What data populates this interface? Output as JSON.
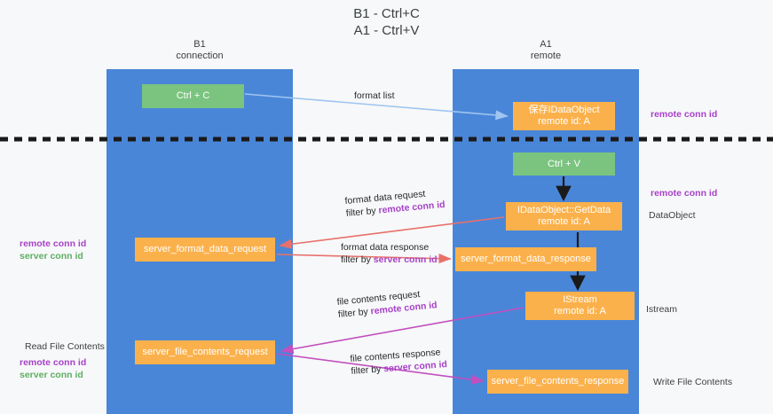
{
  "title": {
    "line1": "B1 - Ctrl+C",
    "line2": "A1 - Ctrl+V"
  },
  "lanes": [
    {
      "name": "b1",
      "title": "B1",
      "subtitle": "connection",
      "color": "#4a86d8"
    },
    {
      "name": "a1",
      "title": "A1",
      "subtitle": "remote",
      "color": "#4a86d8"
    }
  ],
  "boxes": {
    "ctrl_c": {
      "line1": "Ctrl + C",
      "color": "#7ac47f"
    },
    "idataobject": {
      "line1": "保存IDataObject",
      "line2": "remote id: A",
      "color": "#fbb14b"
    },
    "ctrl_v": {
      "line1": "Ctrl + V",
      "color": "#7ac47f"
    },
    "getdata": {
      "line1": "IDataObject::GetData",
      "line2": "remote id: A",
      "color": "#fbb14b"
    },
    "server_format_data_request": {
      "line1": "server_format_data_request",
      "color": "#fbb14b"
    },
    "server_format_data_response": {
      "line1": "server_format_data_response",
      "color": "#fbb14b"
    },
    "istream": {
      "line1": "IStream",
      "line2": "remote id: A",
      "color": "#fbb14b"
    },
    "server_file_contents_request": {
      "line1": "server_file_contents_request",
      "color": "#fbb14b"
    },
    "server_file_contents_response": {
      "line1": "server_file_contents_response",
      "color": "#fbb14b"
    }
  },
  "edge_labels": {
    "format_list": {
      "line1": "format list"
    },
    "format_data_request": {
      "line1": "format data request",
      "filter_prefix": "filter by ",
      "filter_key": "remote conn id"
    },
    "format_data_response": {
      "line1": "format data response",
      "filter_prefix": "filter by ",
      "filter_key": "server conn id"
    },
    "file_contents_request": {
      "line1": "file contents request",
      "filter_prefix": "filter by ",
      "filter_key": "remote conn id"
    },
    "file_contents_response": {
      "line1": "file contents response",
      "filter_prefix": "filter by ",
      "filter_key": "server conn id"
    }
  },
  "side_labels": {
    "right_remote_conn_id_top": "remote conn id",
    "right_remote_conn_id_mid": "remote conn id",
    "right_dataobject": "DataObject",
    "right_istream": "Istream",
    "right_write_file_contents": "Write File Contents",
    "left_remote_conn_id_1": "remote conn id",
    "left_server_conn_id_1": "server conn id",
    "left_read_file_contents": "Read File Contents",
    "left_remote_conn_id_2": "remote conn id",
    "left_server_conn_id_2": "server conn id"
  },
  "colors": {
    "lane": "#4a86d8",
    "green_box": "#7ac47f",
    "orange_box": "#fbb14b",
    "purple_text": "#a742c8",
    "green_text": "#5fae63",
    "arrow_blue": "#9fc5f0",
    "arrow_red": "#e8706a",
    "arrow_magenta": "#c24fc0",
    "arrow_black": "#1a1a1a",
    "background": "#f7f8f9"
  }
}
